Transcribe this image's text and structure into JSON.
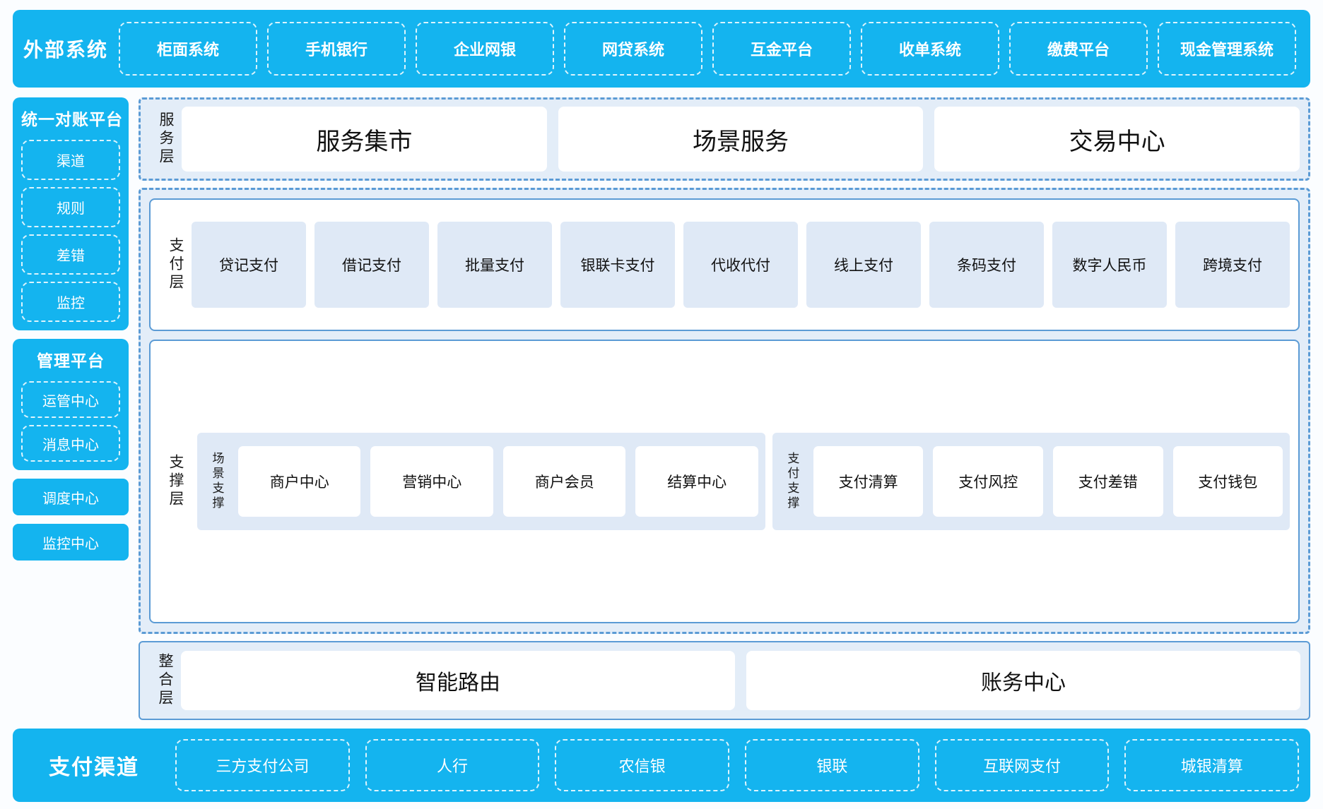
{
  "external": {
    "title": "外部系统",
    "items": [
      "柜面系统",
      "手机银行",
      "企业网银",
      "网贷系统",
      "互金平台",
      "收单系统",
      "缴费平台",
      "现金管理系统"
    ]
  },
  "reconciliation": {
    "title": "统一对账平台",
    "items": [
      "渠道",
      "规则",
      "差错",
      "监控"
    ]
  },
  "management": {
    "title": "管理平台",
    "items": [
      "运管中心",
      "消息中心"
    ]
  },
  "standalone": {
    "scheduling": "调度中心",
    "monitoring": "监控中心"
  },
  "service_layer": {
    "label": "服务层",
    "items": [
      "服务集市",
      "场景服务",
      "交易中心"
    ]
  },
  "payment_layer": {
    "label": "支付层",
    "items": [
      "贷记支付",
      "借记支付",
      "批量支付",
      "银联卡支付",
      "代收代付",
      "线上支付",
      "条码支付",
      "数字人民币",
      "跨境支付"
    ]
  },
  "support_layer": {
    "label": "支撑层",
    "scene_group": {
      "label": "场景支撑",
      "items": [
        "商户中心",
        "营销中心",
        "商户会员",
        "结算中心"
      ]
    },
    "payment_group": {
      "label": "支付支撑",
      "items": [
        "支付清算",
        "支付风控",
        "支付差错",
        "支付钱包"
      ]
    }
  },
  "integration_layer": {
    "label": "整合层",
    "items": [
      "智能路由",
      "账务中心"
    ]
  },
  "channel": {
    "title": "支付渠道",
    "items": [
      "三方支付公司",
      "人行",
      "农信银",
      "银联",
      "互联网支付",
      "城银清算"
    ]
  },
  "colors": {
    "cyan": "#14b4ef",
    "dash_blue": "#5b9bd5",
    "tile_blue": "#dfe9f6",
    "panel_bg": "#e3edf8"
  }
}
